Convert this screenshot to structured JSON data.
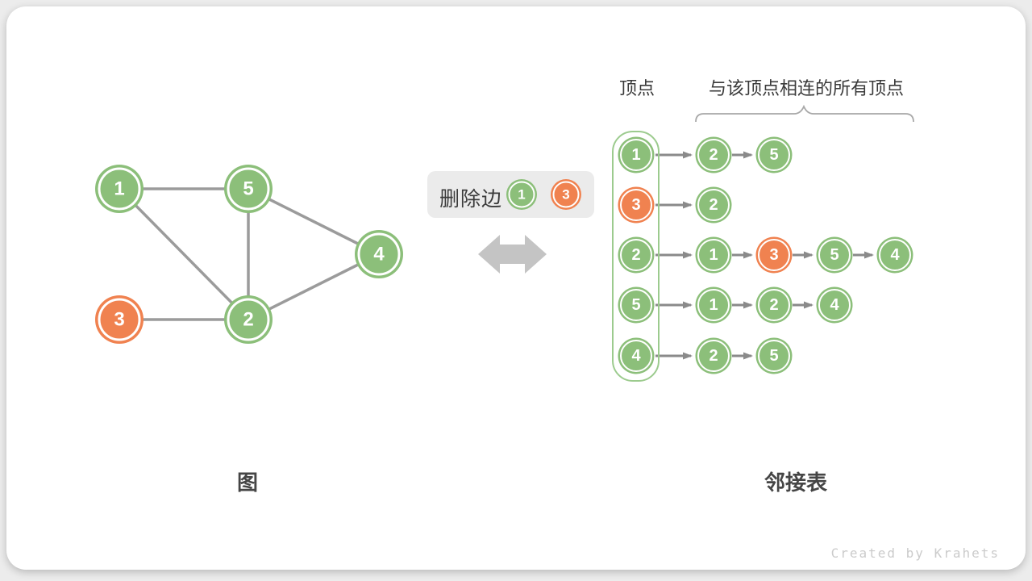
{
  "page": {
    "watermark": "Created by Krahets"
  },
  "colors": {
    "node_green": "#8cbf7a",
    "node_orange": "#f08250",
    "edge_gray": "#9b9b9b",
    "arrow_gray": "#8a8a8a",
    "double_arrow_gray": "#c4c4c4",
    "op_box_gray": "#ebebeb",
    "vertex_column_border": "#9ccb8e"
  },
  "operation": {
    "label": "删除边",
    "edge": {
      "from": "1",
      "to": "3"
    }
  },
  "graph": {
    "caption": "图",
    "nodes": [
      {
        "label": "1",
        "color": "green"
      },
      {
        "label": "5",
        "color": "green"
      },
      {
        "label": "4",
        "color": "green"
      },
      {
        "label": "3",
        "color": "orange"
      },
      {
        "label": "2",
        "color": "green"
      }
    ],
    "edges": [
      [
        "1",
        "5"
      ],
      [
        "1",
        "2"
      ],
      [
        "5",
        "2"
      ],
      [
        "5",
        "4"
      ],
      [
        "4",
        "2"
      ],
      [
        "3",
        "2"
      ]
    ]
  },
  "adjacency": {
    "caption": "邻接表",
    "header_vertex": "顶点",
    "header_neighbors": "与该顶点相连的所有顶点",
    "rows": [
      {
        "vertex": {
          "label": "1",
          "color": "green"
        },
        "neighbors": [
          {
            "label": "2",
            "color": "green"
          },
          {
            "label": "5",
            "color": "green"
          }
        ]
      },
      {
        "vertex": {
          "label": "3",
          "color": "orange"
        },
        "neighbors": [
          {
            "label": "2",
            "color": "green"
          }
        ]
      },
      {
        "vertex": {
          "label": "2",
          "color": "green"
        },
        "neighbors": [
          {
            "label": "1",
            "color": "green"
          },
          {
            "label": "3",
            "color": "orange"
          },
          {
            "label": "5",
            "color": "green"
          },
          {
            "label": "4",
            "color": "green"
          }
        ]
      },
      {
        "vertex": {
          "label": "5",
          "color": "green"
        },
        "neighbors": [
          {
            "label": "1",
            "color": "green"
          },
          {
            "label": "2",
            "color": "green"
          },
          {
            "label": "4",
            "color": "green"
          }
        ]
      },
      {
        "vertex": {
          "label": "4",
          "color": "green"
        },
        "neighbors": [
          {
            "label": "2",
            "color": "green"
          },
          {
            "label": "5",
            "color": "green"
          }
        ]
      }
    ]
  }
}
